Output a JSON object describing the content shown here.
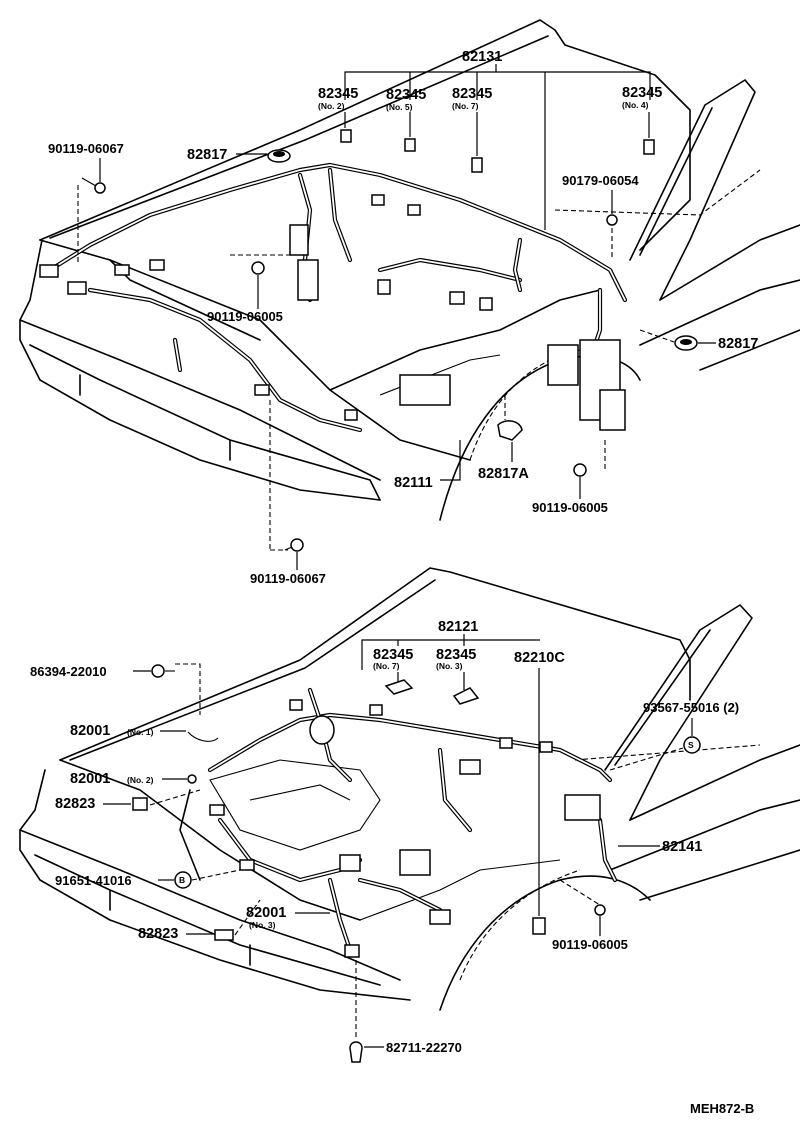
{
  "diagram_code": "MEH872-B",
  "top_assembly": {
    "main_label": "82131",
    "connectors": [
      {
        "part": "82345",
        "variant": "(No. 2)"
      },
      {
        "part": "82345",
        "variant": "(No. 5)"
      },
      {
        "part": "82345",
        "variant": "(No. 7)"
      },
      {
        "part": "82345",
        "variant": "(No. 4)"
      }
    ],
    "parts": {
      "bolt_left_top": "90119-06067",
      "grommet_top": "82817",
      "bolt_upper_right": "90179-06054",
      "bolt_center": "90119-06005",
      "grommet_right": "82817",
      "clamp_lower": "82817A",
      "harness_lower": "82111",
      "bolt_lower_right": "90119-06005",
      "bolt_bottom": "90119-06067"
    }
  },
  "bottom_assembly": {
    "main_label": "82121",
    "connectors": [
      {
        "part": "82345",
        "variant": "(No. 7)"
      },
      {
        "part": "82345",
        "variant": "(No. 3)"
      }
    ],
    "parts": {
      "relay_block": "82210C",
      "screw_left": "86394-22010",
      "wire_no1": "82001",
      "wire_no1_variant": "(No. 1)",
      "wire_no2": "82001",
      "wire_no2_variant": "(No. 2)",
      "clamp_left": "82823",
      "bolt_b": "91651-41016",
      "bolt_b_marker": "B",
      "wire_no3": "82001",
      "wire_no3_variant": "(No. 3)",
      "clamp_lower_left": "82823",
      "screw_s": "93567-55016 (2)",
      "screw_s_marker": "S",
      "harness_right": "82141",
      "bolt_lower_right": "90119-06005",
      "clip_bottom": "82711-22270"
    }
  }
}
